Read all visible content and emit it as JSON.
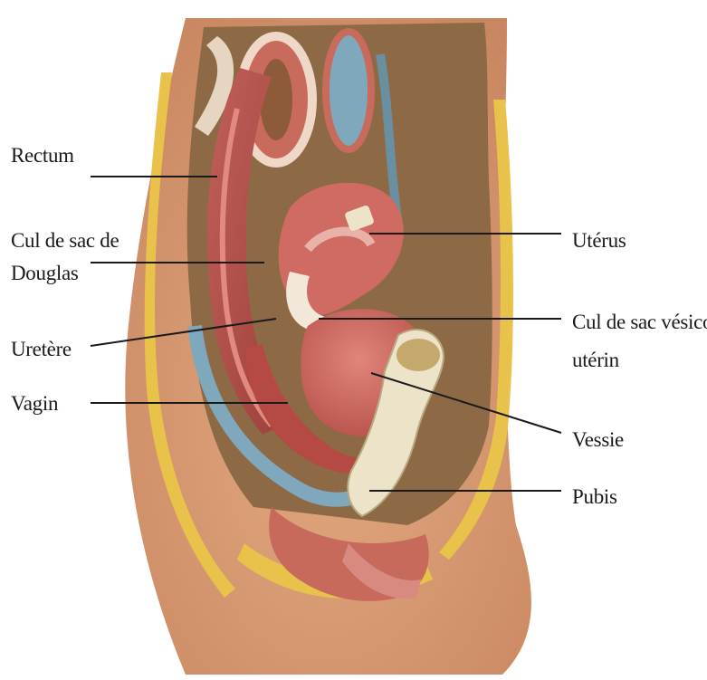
{
  "labels": {
    "rectum": "Rectum",
    "cul_de_sac_douglas": [
      "Cul de sac de",
      "Douglas"
    ],
    "uretere": "Uretère",
    "vagin": "Vagin",
    "uterus": "Utérus",
    "cul_de_sac_vesico": [
      "Cul de sac vésico-",
      "utérin"
    ],
    "vessie": "Vessie",
    "pubis": "Pubis"
  },
  "colors": {
    "skin": "#d99a72",
    "muscle": "#b9524a",
    "organ": "#cf6b63",
    "fat": "#e8c24a",
    "vessel": "#7fa8bd",
    "bone": "#ece3c8",
    "leader_line": "#1a1a1a"
  }
}
